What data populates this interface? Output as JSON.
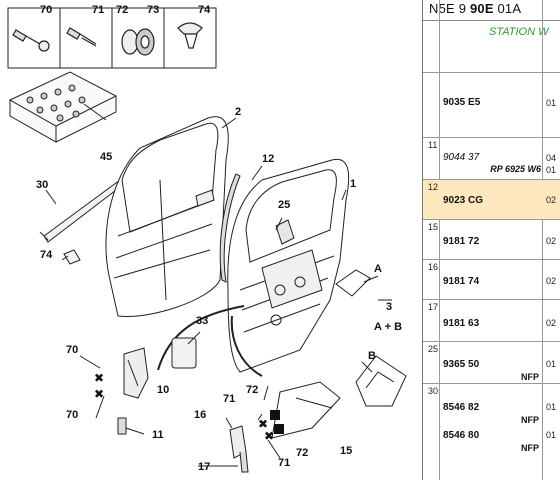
{
  "panel": {
    "ref_prefix": "N5E 9 ",
    "ref_bold": "90E",
    "ref_suffix": " 01A",
    "station_label": "STATION W"
  },
  "rows": [
    {
      "idx": "",
      "pn": "9035 E5",
      "qty": "01",
      "note": "",
      "nfp": ""
    },
    {
      "idx": "11",
      "pn": "9044 37",
      "qty": "04",
      "note": "RP 6925 W6",
      "qty2": "01",
      "nfp": ""
    },
    {
      "idx": "12",
      "pn": "9023 CG",
      "qty": "02",
      "note": "",
      "nfp": ""
    },
    {
      "idx": "15",
      "pn": "9181 72",
      "qty": "02",
      "note": "",
      "nfp": ""
    },
    {
      "idx": "16",
      "pn": "9181 74",
      "qty": "02",
      "note": "",
      "nfp": ""
    },
    {
      "idx": "17",
      "pn": "9181 63",
      "qty": "02",
      "note": "",
      "nfp": ""
    },
    {
      "idx": "25",
      "pn": "9365 50",
      "qty": "01",
      "note": "",
      "nfp": "NFP"
    },
    {
      "idx": "30",
      "pn": "8546 82",
      "qty": "01",
      "note": "",
      "nfp": "NFP"
    },
    {
      "idx": "",
      "pn": "8546 80",
      "qty": "01",
      "note": "",
      "nfp": "NFP"
    }
  ],
  "callouts": {
    "c70a": "70",
    "c71a": "71",
    "c72": "72",
    "c73": "73",
    "c74a": "74",
    "c2": "2",
    "c12": "12",
    "c1": "1",
    "c25": "25",
    "c45": "45",
    "c30": "30",
    "c74b": "74",
    "cA": "A",
    "c3": "3",
    "cAB": "A + B",
    "c33": "33",
    "cB": "B",
    "c70b": "70",
    "c70c": "70",
    "c10": "10",
    "c11": "11",
    "c72b": "72",
    "c71b": "71",
    "c16": "16",
    "c71c": "71",
    "c72c": "72",
    "c15": "15",
    "c17": "17"
  }
}
